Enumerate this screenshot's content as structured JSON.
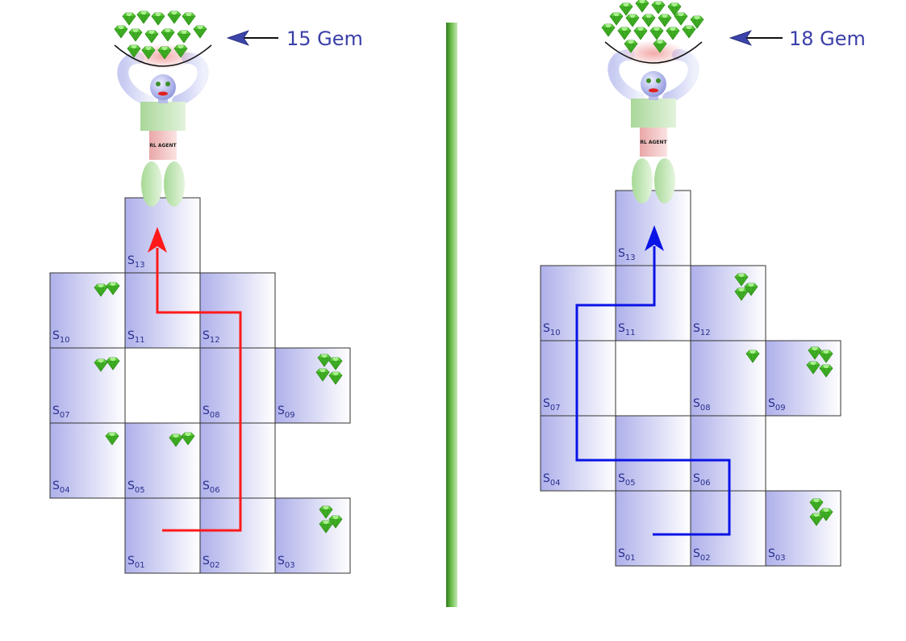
{
  "colors": {
    "cell_fill_dark": "#aeb0ea",
    "cell_fill_light": "#ffffff",
    "cell_border": "#333333",
    "path_left": "#ff1a1a",
    "path_right": "#0a14e6",
    "divider": "#4a9a2e",
    "gem": "#5fd03a",
    "gem_dark": "#2f8e1a",
    "label": "#2a2f8f",
    "pointer_arrow": "#3b44a8",
    "gem_count_text": "#3b3fa8"
  },
  "panels": [
    {
      "gem_count": "15 Gem",
      "agent_label": "RL AGENT",
      "path_color_key": "path_left",
      "cells": [
        {
          "id": "s01",
          "label": "S",
          "sub": "01",
          "gems": 0
        },
        {
          "id": "s02",
          "label": "S",
          "sub": "02",
          "gems": 0
        },
        {
          "id": "s03",
          "label": "S",
          "sub": "03",
          "gems": 3
        },
        {
          "id": "s04",
          "label": "S",
          "sub": "04",
          "gems": 1
        },
        {
          "id": "s05",
          "label": "S",
          "sub": "05",
          "gems": 2
        },
        {
          "id": "s06",
          "label": "S",
          "sub": "06",
          "gems": 0
        },
        {
          "id": "s07",
          "label": "S",
          "sub": "07",
          "gems": 2
        },
        {
          "id": "s08",
          "label": "S",
          "sub": "08",
          "gems": 0
        },
        {
          "id": "s09",
          "label": "S",
          "sub": "09",
          "gems": 4
        },
        {
          "id": "s10",
          "label": "S",
          "sub": "10",
          "gems": 2
        },
        {
          "id": "s11",
          "label": "S",
          "sub": "11",
          "gems": 0
        },
        {
          "id": "s12",
          "label": "S",
          "sub": "12",
          "gems": 0
        },
        {
          "id": "s13",
          "label": "S",
          "sub": "13",
          "gems": 0
        }
      ],
      "path": [
        "S01",
        "S02",
        "S06",
        "S08",
        "S12",
        "S11",
        "S13"
      ]
    },
    {
      "gem_count": "18 Gem",
      "agent_label": "RL AGENT",
      "path_color_key": "path_right",
      "cells": [
        {
          "id": "s01",
          "label": "S",
          "sub": "01",
          "gems": 0
        },
        {
          "id": "s02",
          "label": "S",
          "sub": "02",
          "gems": 0
        },
        {
          "id": "s03",
          "label": "S",
          "sub": "03",
          "gems": 3
        },
        {
          "id": "s04",
          "label": "S",
          "sub": "04",
          "gems": 0
        },
        {
          "id": "s05",
          "label": "S",
          "sub": "05",
          "gems": 0
        },
        {
          "id": "s06",
          "label": "S",
          "sub": "06",
          "gems": 0
        },
        {
          "id": "s07",
          "label": "S",
          "sub": "07",
          "gems": 0
        },
        {
          "id": "s08",
          "label": "S",
          "sub": "08",
          "gems": 1
        },
        {
          "id": "s09",
          "label": "S",
          "sub": "09",
          "gems": 4
        },
        {
          "id": "s10",
          "label": "S",
          "sub": "10",
          "gems": 0
        },
        {
          "id": "s11",
          "label": "S",
          "sub": "11",
          "gems": 0
        },
        {
          "id": "s12",
          "label": "S",
          "sub": "12",
          "gems": 3
        },
        {
          "id": "s13",
          "label": "S",
          "sub": "13",
          "gems": 0
        }
      ],
      "path": [
        "S01",
        "S02",
        "S06",
        "S05",
        "S04",
        "S07",
        "S10",
        "S11",
        "S13"
      ]
    }
  ]
}
